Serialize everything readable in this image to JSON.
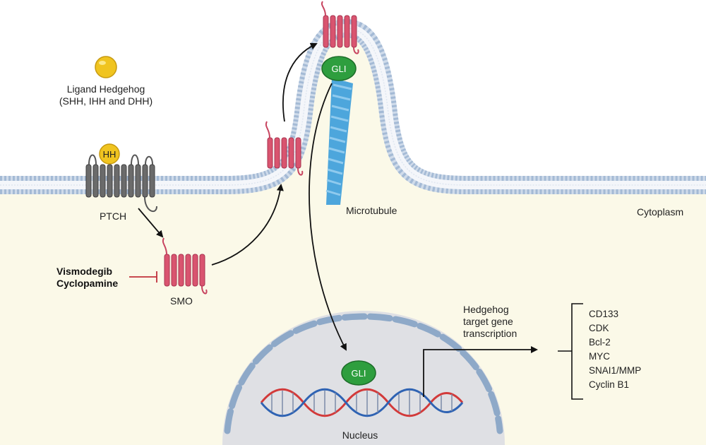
{
  "labels": {
    "ligand_line1": "Ligand Hedgehog",
    "ligand_line2": "(SHH, IHH and DHH)",
    "hh": "HH",
    "ptch": "PTCH",
    "smo": "SMO",
    "gli_cilium": "GLI",
    "gli_nucleus": "GLI",
    "microtubule": "Microtubule",
    "cytoplasm": "Cytoplasm",
    "nucleus": "Nucleus",
    "transcription_line1": "Hedgehog",
    "transcription_line2": "target gene",
    "transcription_line3": "transcription"
  },
  "inhibitors": [
    "Vismodegib",
    "Cyclopamine"
  ],
  "target_genes": [
    "CD133",
    "CDK",
    "Bcl-2",
    "MYC",
    "SNAI1/MMP",
    "Cyclin B1"
  ],
  "colors": {
    "cytoplasm": "#fbf9e8",
    "membrane": "#9fb6d3",
    "smo": "#d9546f",
    "ptch": "#6b6b6b",
    "ligand": "#f0c420",
    "gli": "#2e9e3e",
    "microtubule": "#4da6dc",
    "nucleus": "#dfe0e4",
    "inhibitor": "#c0303b",
    "dna_red": "#d23a3a",
    "dna_blue": "#2f63b3"
  }
}
